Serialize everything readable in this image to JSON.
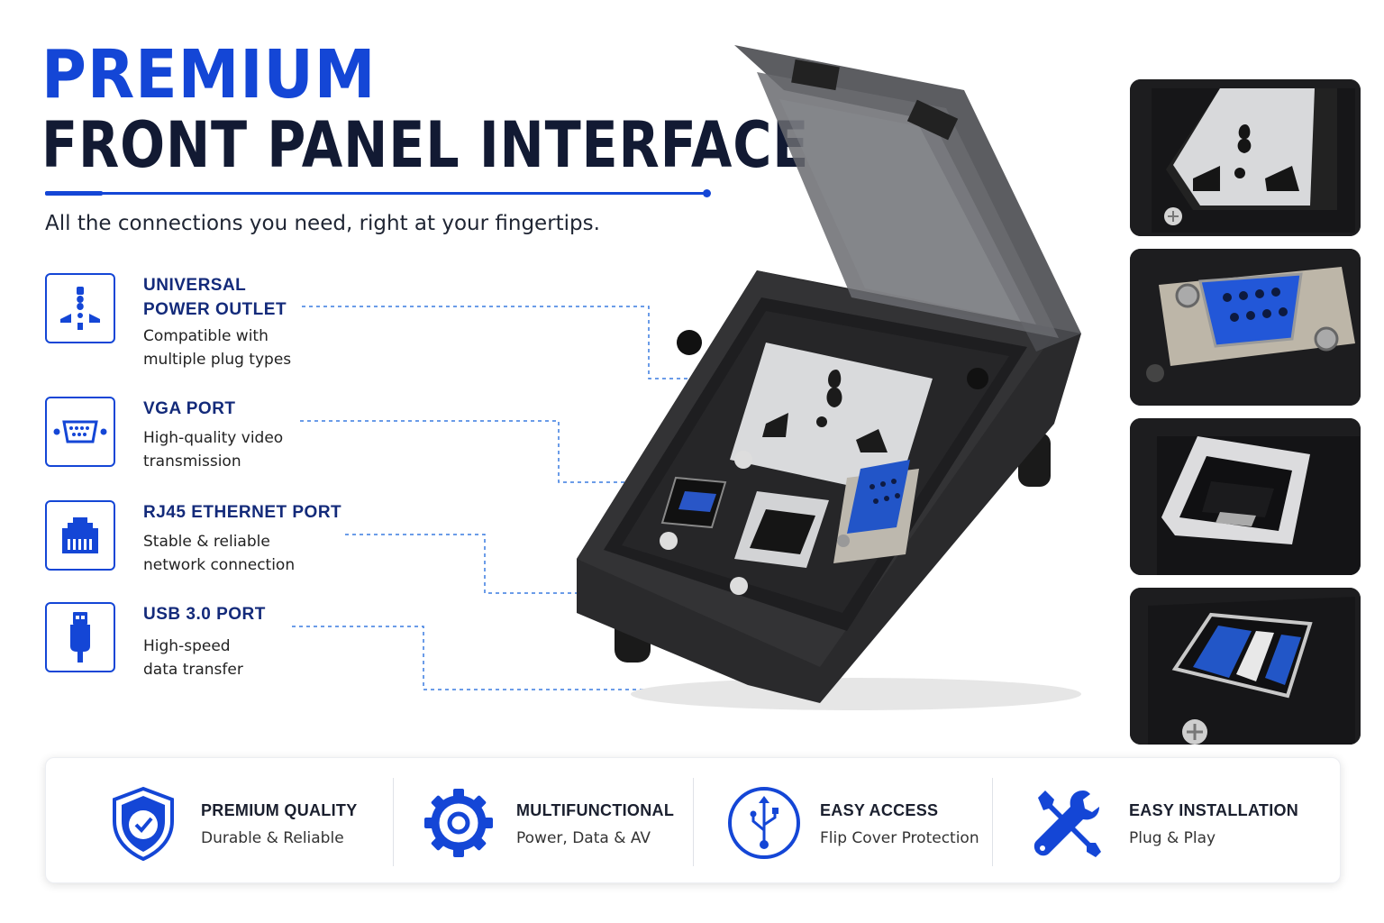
{
  "header": {
    "title_line1": "PREMIUM",
    "title_line2": "FRONT PANEL INTERFACE",
    "subtitle": "All the connections you need, right at your fingertips."
  },
  "colors": {
    "accent": "#1446d6",
    "navy": "#132a7a",
    "dark": "#121a33",
    "leader_line": "#3a7be0"
  },
  "features": [
    {
      "icon": "power-outlet-icon",
      "heading": "UNIVERSAL\nPOWER OUTLET",
      "description": "Compatible with\nmultiple plug types"
    },
    {
      "icon": "vga-port-icon",
      "heading": "VGA PORT",
      "description": "High-quality video\ntransmission"
    },
    {
      "icon": "ethernet-port-icon",
      "heading": "RJ45 ETHERNET PORT",
      "description": "Stable & reliable\nnetwork connection"
    },
    {
      "icon": "usb-plug-icon",
      "heading": "USB 3.0 PORT",
      "description": "High-speed\ndata transfer"
    }
  ],
  "thumbnails": [
    {
      "name": "universal-outlet-closeup"
    },
    {
      "name": "vga-port-closeup"
    },
    {
      "name": "rj45-port-closeup"
    },
    {
      "name": "usb-port-closeup"
    }
  ],
  "benefits": [
    {
      "icon": "shield-check-icon",
      "title": "PREMIUM QUALITY",
      "subtitle": "Durable & Reliable"
    },
    {
      "icon": "gear-icon",
      "title": "MULTIFUNCTIONAL",
      "subtitle": "Power, Data & AV"
    },
    {
      "icon": "usb-circle-icon",
      "title": "EASY ACCESS",
      "subtitle": "Flip Cover Protection"
    },
    {
      "icon": "tools-icon",
      "title": "EASY INSTALLATION",
      "subtitle": "Plug & Play"
    }
  ]
}
